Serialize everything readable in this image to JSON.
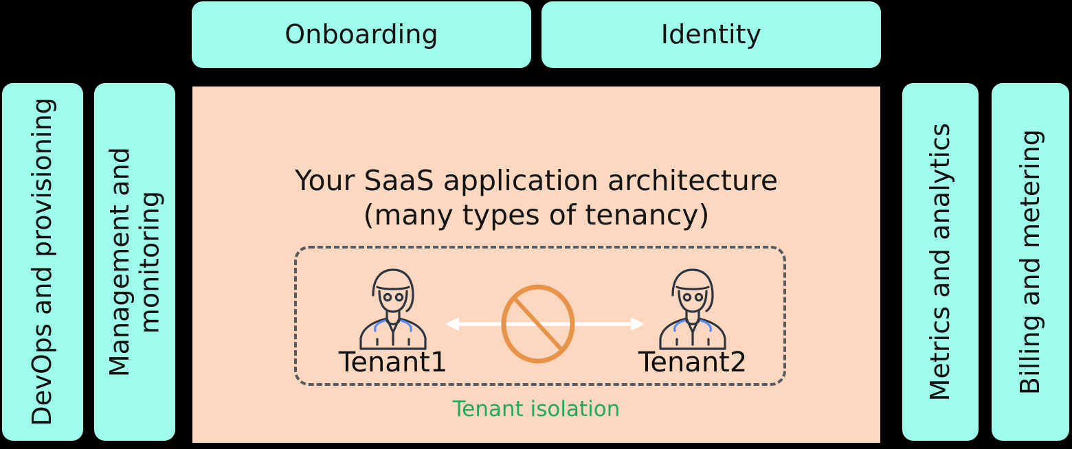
{
  "diagram": {
    "title": "SaaS multi-tenant architecture overview",
    "colors": {
      "background": "#000000",
      "service_box": "#9FFBEA",
      "architecture_panel": "#FBD8BF",
      "isolation_border": "#555b63",
      "isolation_caption": "#1FA95C",
      "prohibition": "#E8934A",
      "arrow": "#FFFFFF",
      "avatar_outline": "#2E3440",
      "avatar_accent": "#5B8DEF"
    },
    "top_services": [
      {
        "label": "Onboarding",
        "name": "onboarding"
      },
      {
        "label": "Identity",
        "name": "identity"
      }
    ],
    "left_services": [
      {
        "label": "DevOps and provisioning",
        "name": "devops-and-provisioning"
      },
      {
        "label": "Management and\nmonitoring",
        "name": "management-and-monitoring"
      }
    ],
    "right_services": [
      {
        "label": "Metrics and analytics",
        "name": "metrics-and-analytics"
      },
      {
        "label": "Billing and metering",
        "name": "billing-and-metering"
      }
    ],
    "architecture": {
      "title": "Your SaaS application architecture\n(many types of tenancy)",
      "isolation_caption": "Tenant isolation",
      "tenants": [
        {
          "label": "Tenant1",
          "name": "tenant-1"
        },
        {
          "label": "Tenant2",
          "name": "tenant-2"
        }
      ],
      "relation": {
        "arrow": "double-headed-arrow",
        "blocked_icon": "prohibition-icon",
        "meaning": "no cross-tenant access"
      }
    }
  }
}
